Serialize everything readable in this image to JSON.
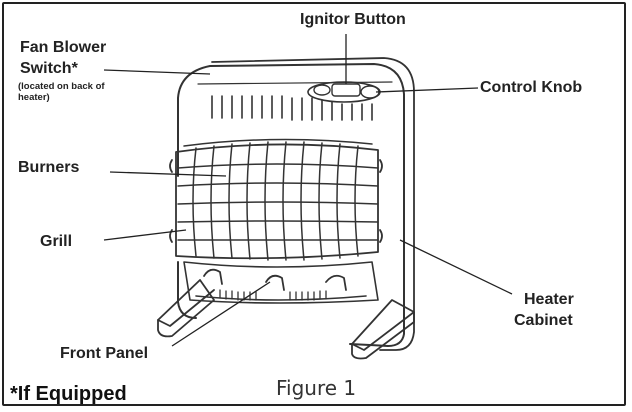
{
  "labels": {
    "ignitor_button": "Ignitor Button",
    "fan_blower_line1": "Fan Blower",
    "fan_blower_line2": "Switch*",
    "fan_blower_note_line1": "(located on back of",
    "fan_blower_note_line2": "heater)",
    "control_knob": "Control Knob",
    "burners": "Burners",
    "grill": "Grill",
    "heater_cabinet_line1": "Heater",
    "heater_cabinet_line2": "Cabinet",
    "front_panel": "Front Panel"
  },
  "footnote": "*If Equipped",
  "caption": "Figure 1"
}
